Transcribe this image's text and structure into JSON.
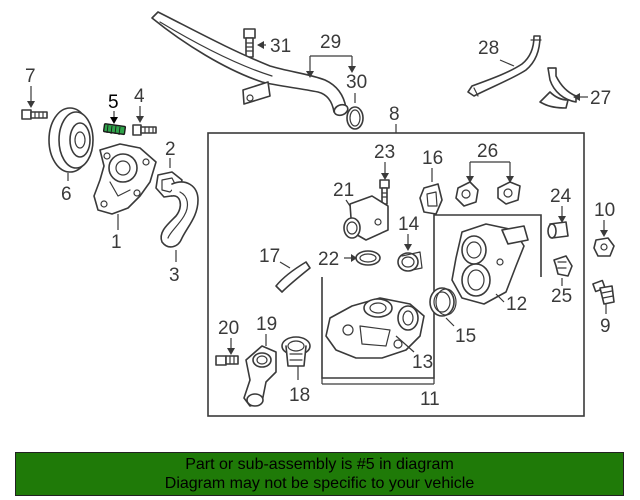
{
  "callouts": {
    "n1": "1",
    "n2": "2",
    "n3": "3",
    "n4": "4",
    "n5": "5",
    "n6": "6",
    "n7": "7",
    "n8": "8",
    "n9": "9",
    "n10": "10",
    "n11": "11",
    "n12": "12",
    "n13": "13",
    "n14": "14",
    "n15": "15",
    "n16": "16",
    "n17": "17",
    "n18": "18",
    "n19": "19",
    "n20": "20",
    "n21": "21",
    "n22": "22",
    "n23": "23",
    "n24": "24",
    "n25": "25",
    "n26": "26",
    "n27": "27",
    "n28": "28",
    "n29": "29",
    "n30": "30",
    "n31": "31"
  },
  "highlighted_part": "5",
  "colors": {
    "banner_bg": "#1f7a08",
    "highlight_part": "#2fa34a",
    "line": "#3a3a3a"
  },
  "banner": {
    "line1": "Part or sub-assembly is #5 in diagram",
    "line2": "Diagram may not be specific to your vehicle"
  }
}
